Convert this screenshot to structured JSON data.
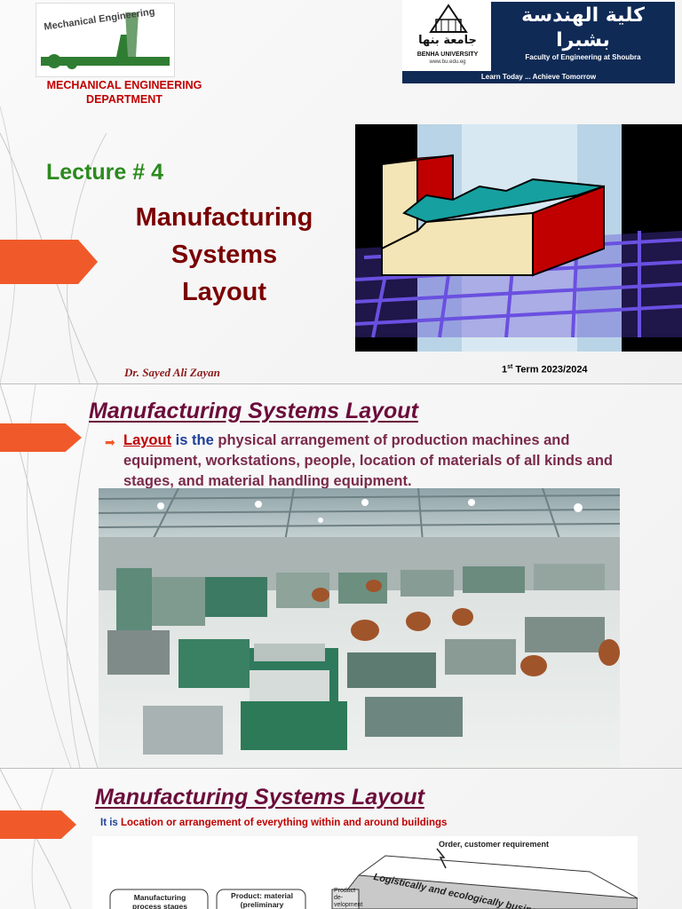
{
  "slide1": {
    "logo_text": "Mechanical Engineering",
    "department": "MECHANICAL ENGINEERING DEPARTMENT",
    "university": {
      "name_ar": "جامعة بنها",
      "name_en": "BENHA UNIVERSITY",
      "url": "www.bu.edu.eg",
      "faculty_ar": "كلية الهندسة بشبرا",
      "faculty_en": "Faculty of Engineering at Shoubra",
      "slogan": "Learn Today ... Achieve Tomorrow"
    },
    "lecture": "Lecture # 4",
    "title_lines": [
      "Manufacturing",
      "Systems",
      "Layout"
    ],
    "author": "Dr. Sayed  Ali  Zayan",
    "term_sup": "st",
    "term_num": "1",
    "term_rest": " Term 2023/2024"
  },
  "slide2": {
    "title": "Manufacturing Systems Layout",
    "bullet_keyword": "Layout",
    "bullet_link": " is the",
    "bullet_rest": " physical arrangement of production machines and equipment, workstations, people, location of materials of all kinds and stages, and material handling equipment."
  },
  "slide3": {
    "title": "Manufacturing Systems Layout",
    "it_is": "It is",
    "definition": " Location or arrangement of everything within and around buildings",
    "diagram_top_label": "Order, customer requirement",
    "diagram_box1": "Manufacturing process stages",
    "diagram_box2": "Product: material (preliminary",
    "diagram_slant": "Logistically and ecologically business pro",
    "diagram_side": "Product de- velopment"
  },
  "colors": {
    "accent_orange": "#f05a2a",
    "title_maroon": "#7a0000",
    "lecture_green": "#2b8a1e",
    "navy": "#0f2a55"
  }
}
